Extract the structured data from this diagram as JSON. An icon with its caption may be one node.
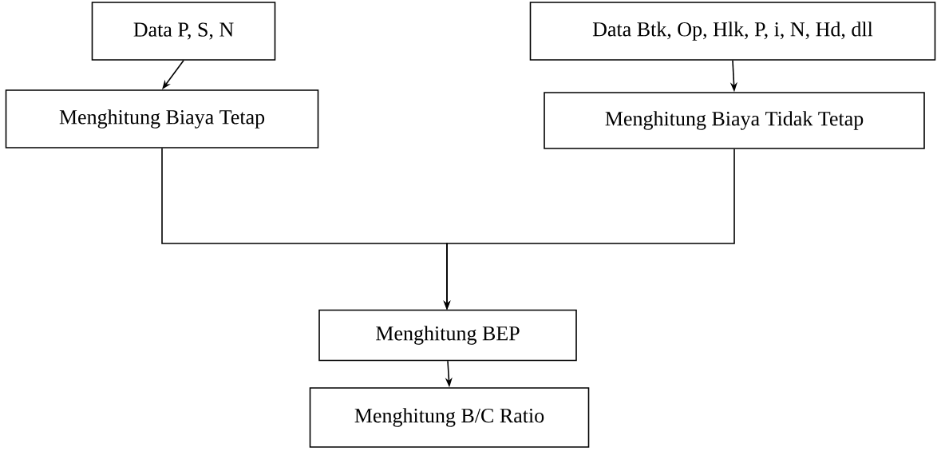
{
  "diagram": {
    "nodes": [
      {
        "text": [
          "Data P, S, N"
        ]
      },
      {
        "text": [
          "Data Btk, Op, Hlk, P, i, N, Hd, dll"
        ]
      },
      {
        "text": [
          "Menghitung Biaya Tetap"
        ]
      },
      {
        "text": [
          "Menghitung Biaya Tidak Tetap"
        ]
      },
      {
        "text": [
          "Menghitung BEP"
        ]
      },
      {
        "text": [
          "Menghitung B/C Ratio"
        ]
      }
    ],
    "edges": [
      {
        "from": 0,
        "to": 2,
        "arrow": "to"
      },
      {
        "from": 1,
        "to": 3,
        "arrow": "to"
      },
      {
        "from": 2,
        "to": 4,
        "arrow": "to"
      },
      {
        "from": 3,
        "to": 4,
        "arrow": "to"
      },
      {
        "from": 4,
        "to": 5,
        "arrow": "to"
      }
    ]
  }
}
